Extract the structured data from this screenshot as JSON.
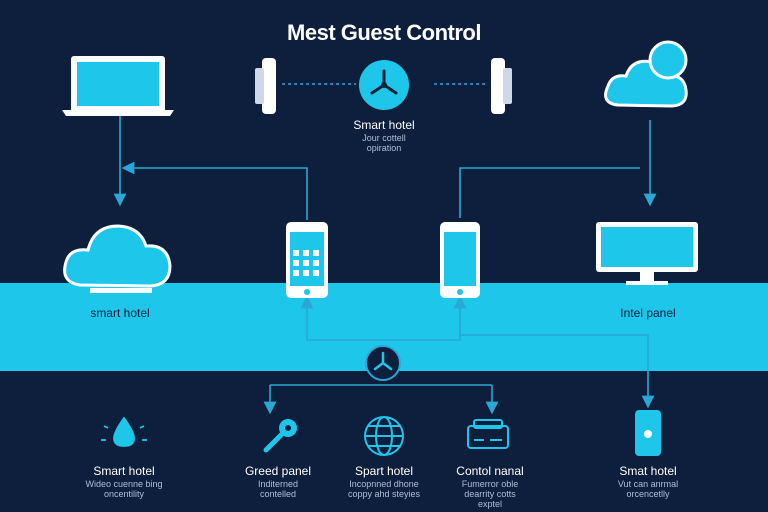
{
  "title": "Mest Guest Control",
  "hub": {
    "label": "Smart hotel",
    "sub1": "Jour cottell",
    "sub2": "opiration"
  },
  "band_labels": {
    "left": "smart hotel",
    "right": "Intel panel"
  },
  "bottom_items": [
    {
      "label": "Smart hotel",
      "sub1": "Wideo cuenne bing",
      "sub2": "oncentility"
    },
    {
      "label": "Greed panel",
      "sub1": "Inditerned",
      "sub2": "contelled"
    },
    {
      "label": "Spart hotel",
      "sub1": "Incopnned dhone",
      "sub2": "coppy ahd steyies"
    },
    {
      "label": "Contol nanal",
      "sub1": "Fumerror oble",
      "sub2": "dearrity cotts",
      "sub3": "exptel"
    },
    {
      "label": "Smat hotel",
      "sub1": "Vut can anrmal",
      "sub2": "orcencetlly"
    }
  ],
  "colors": {
    "background": "#0d1f3d",
    "accent": "#1ec6ea",
    "line": "#2aa7d4",
    "white": "#ffffff"
  }
}
